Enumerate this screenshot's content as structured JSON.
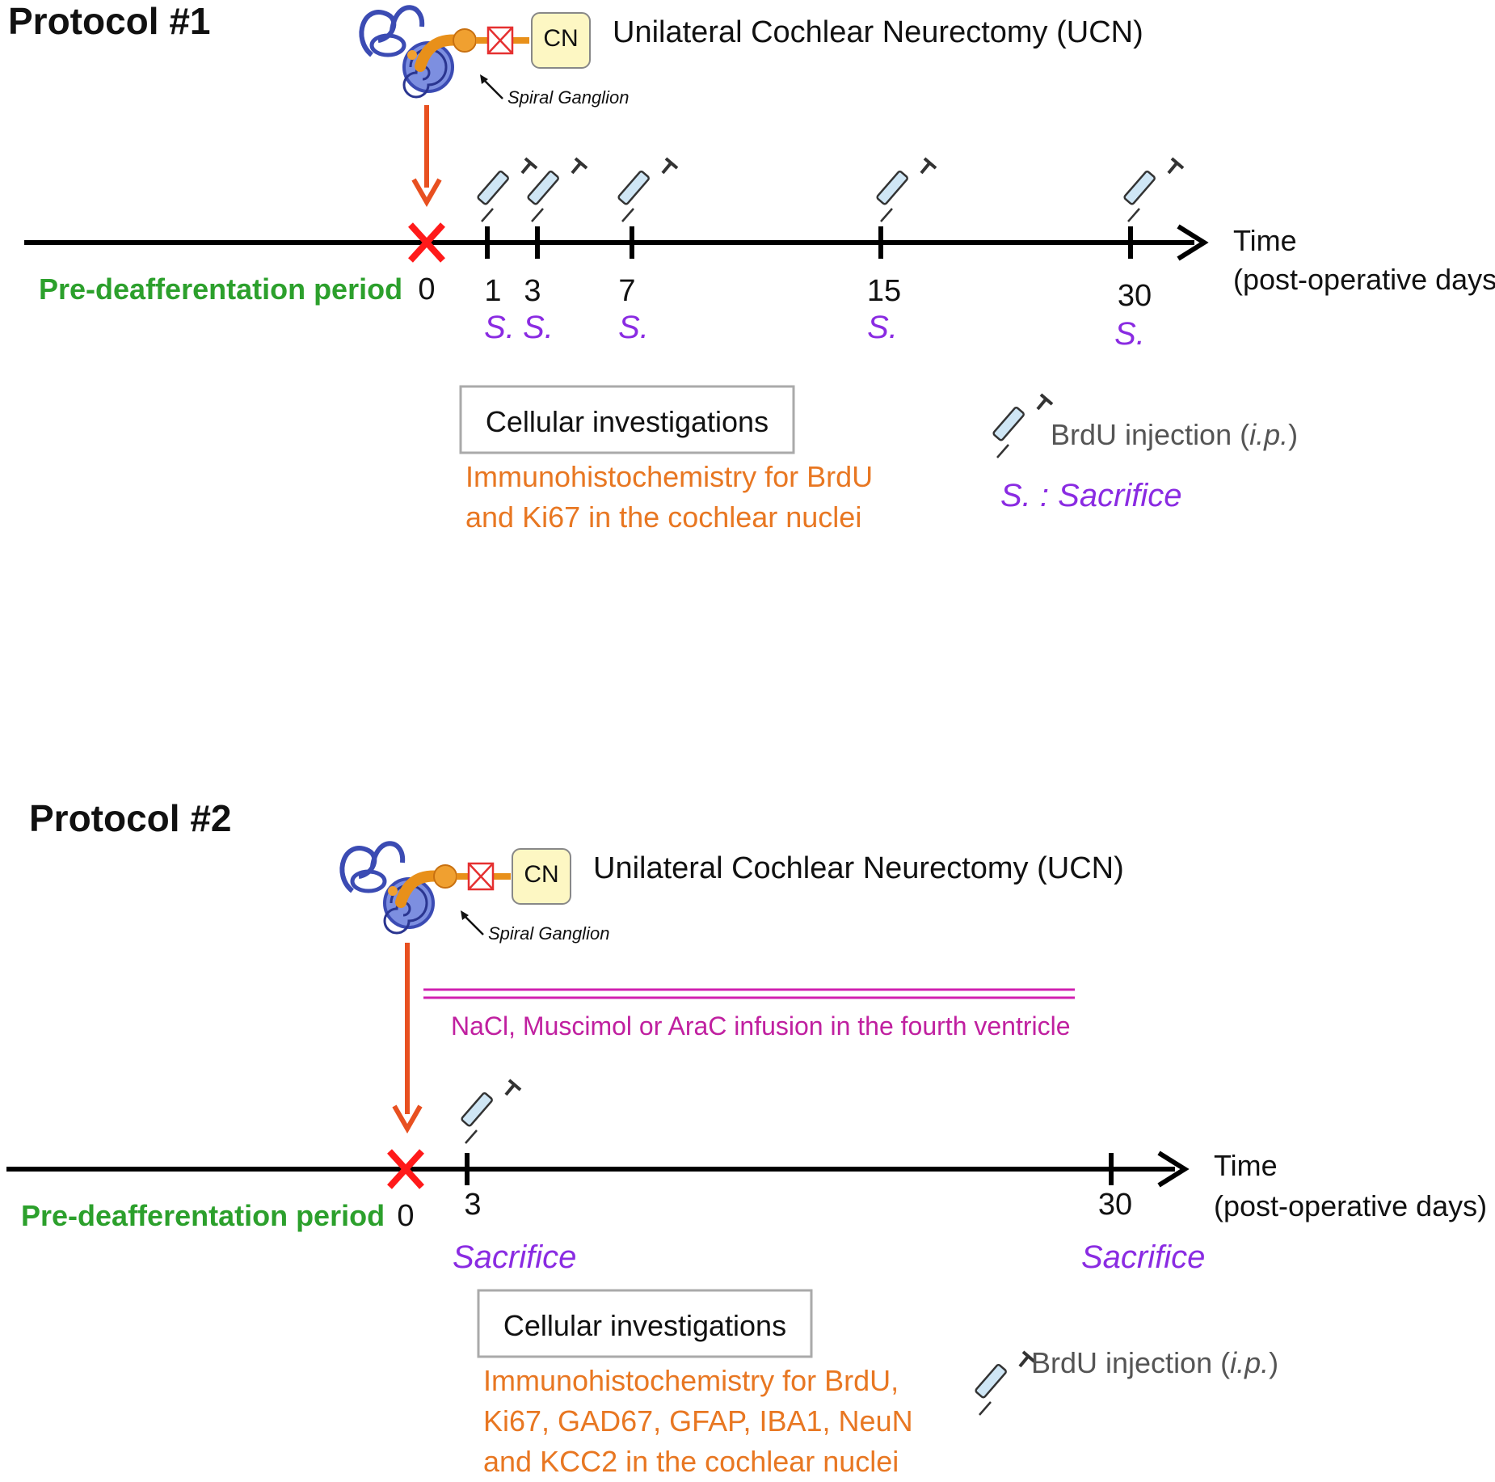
{
  "colors": {
    "timeline": "#000000",
    "cross": "#ff1a1a",
    "arrow": "#e85020",
    "pre_period": "#2ca02c",
    "sacrifice": "#8a2be2",
    "ihc": "#e87722",
    "infusion": "#c020a0",
    "cn_box": "#fdf7c3",
    "cochlea": "#5b6fcf",
    "nerve": "#f0a030"
  },
  "icons": {
    "syringe": "syringe-icon",
    "cochlea": "cochlea-icon",
    "section": "section-cross-icon"
  },
  "protocol1": {
    "title": "Protocol #1",
    "ucn_label": "Unilateral Cochlear Neurectomy (UCN)",
    "cn_label": "CN",
    "sg_label": "Spiral Ganglion",
    "pre_period": "Pre-deafferentation period",
    "zero": "0",
    "time_label": "Time",
    "time_unit": "(post-operative days)",
    "ticks": [
      {
        "day": "1",
        "sacrifice": "S."
      },
      {
        "day": "3",
        "sacrifice": "S."
      },
      {
        "day": "7",
        "sacrifice": "S."
      },
      {
        "day": "15",
        "sacrifice": "S."
      },
      {
        "day": "30",
        "sacrifice": "S."
      }
    ],
    "cellular_box": "Cellular investigations",
    "ihc_lines": [
      "Immunohistochemistry for BrdU",
      "and Ki67 in the cochlear nuclei"
    ],
    "legend_brdu": "BrdU injection (",
    "legend_brdu_italic": "i.p.",
    "legend_brdu_close": ")",
    "legend_sacrifice": "S. : Sacrifice"
  },
  "protocol2": {
    "title": "Protocol #2",
    "ucn_label": "Unilateral Cochlear Neurectomy (UCN)",
    "cn_label": "CN",
    "sg_label": "Spiral Ganglion",
    "infusion_label": "NaCl, Muscimol or AraC infusion in the fourth ventricle",
    "pre_period": "Pre-deafferentation period",
    "zero": "0",
    "time_label": "Time",
    "time_unit": "(post-operative days)",
    "ticks": [
      {
        "day": "3",
        "sacrifice": "Sacrifice"
      },
      {
        "day": "30",
        "sacrifice": "Sacrifice"
      }
    ],
    "cellular_box": "Cellular investigations",
    "ihc_lines": [
      "Immunohistochemistry for BrdU,",
      "Ki67, GAD67, GFAP, IBA1, NeuN",
      "and KCC2 in the cochlear nuclei"
    ],
    "legend_brdu": "BrdU injection (",
    "legend_brdu_italic": "i.p.",
    "legend_brdu_close": ")"
  }
}
